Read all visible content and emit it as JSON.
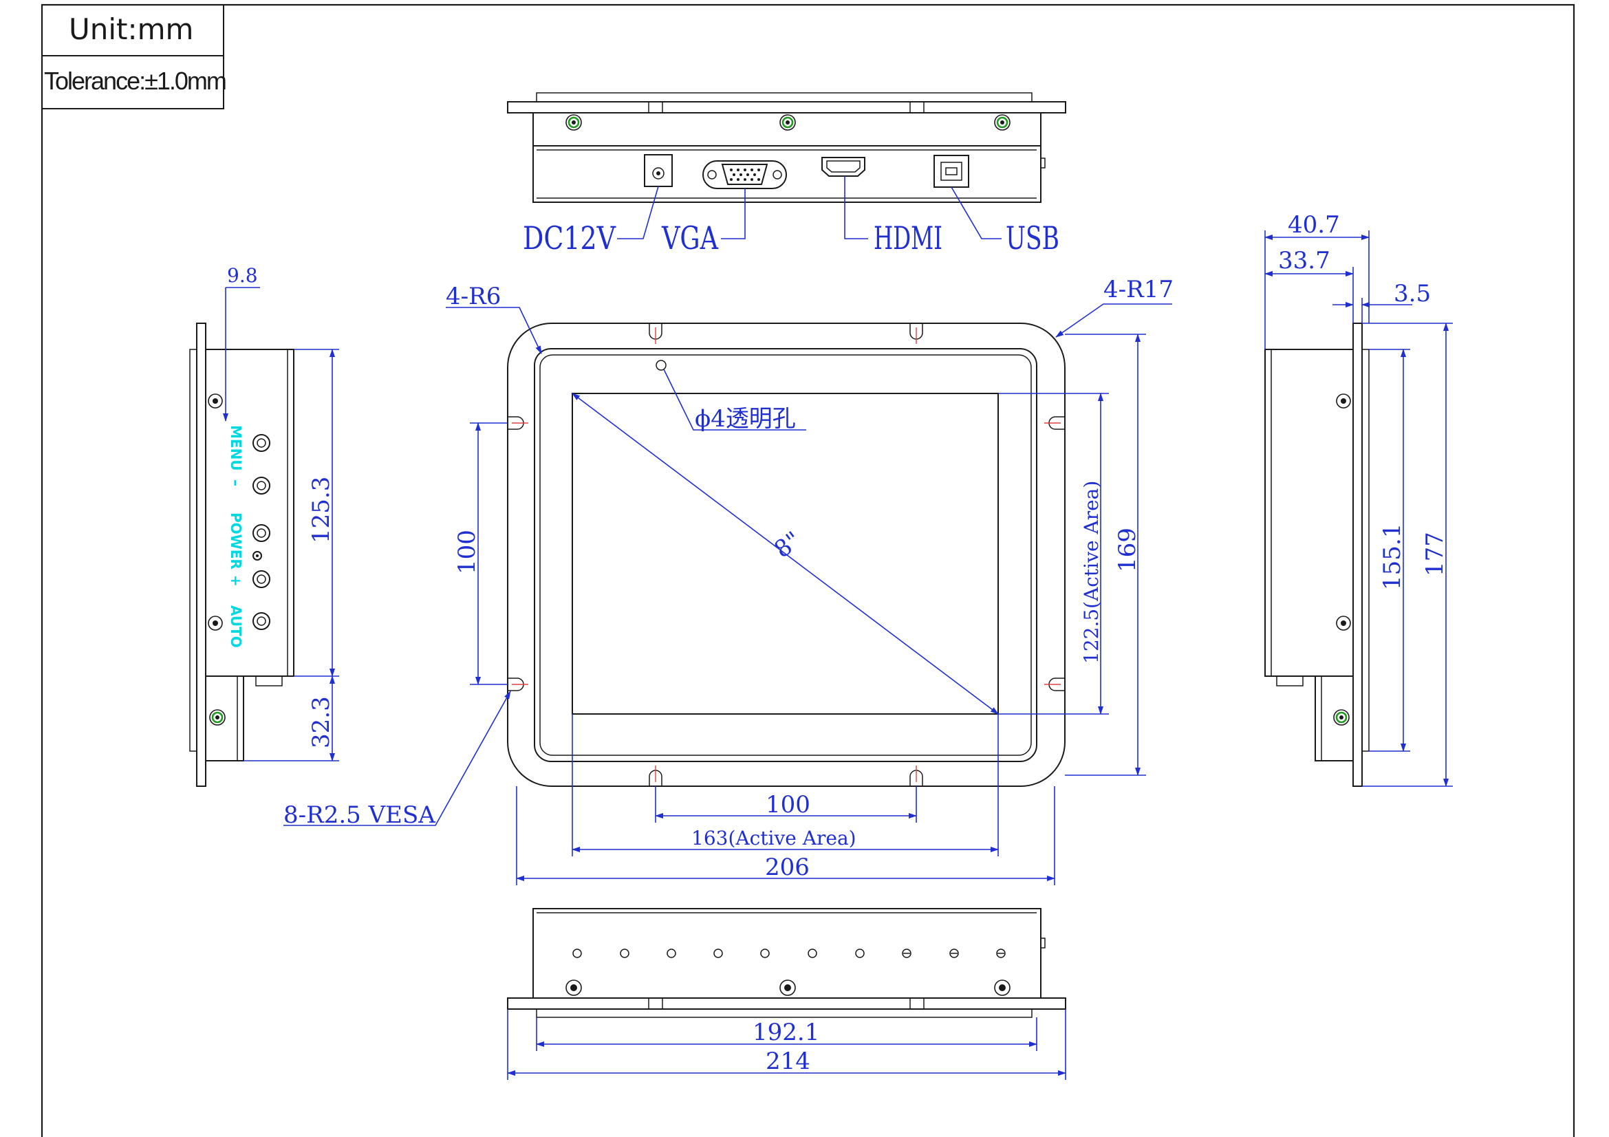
{
  "title_block": {
    "unit": "Unit:mm",
    "tolerance": "Tolerance:±1.0mm"
  },
  "ports": {
    "dc": "DC12V",
    "vga": "VGA",
    "hdmi": "HDMI",
    "usb": "USB"
  },
  "side_panel_buttons": [
    "MENU",
    "–",
    "POWER",
    "+",
    "AUTO"
  ],
  "callouts": {
    "corner_radius_small": "4-R6",
    "corner_radius_large": "4-R17",
    "vesa": "8-R2.5 VESA",
    "hole": "ϕ4透明孔",
    "diagonal": "8\""
  },
  "dimensions": {
    "left_view_offset": "9.8",
    "left_view_height": "125.3",
    "left_view_bottom": "32.3",
    "front_vesa_vertical": "100",
    "front_active_height": "122.5(Active Area)",
    "front_height": "169",
    "front_vesa_horizontal": "100",
    "front_active_width": "163(Active Area)",
    "front_width": "206",
    "right_depth_total": "40.7",
    "right_depth_body": "33.7",
    "right_bezel": "3.5",
    "right_body_height": "155.1",
    "right_total_height": "177",
    "bottom_body_width": "192.1",
    "bottom_total_width": "214"
  },
  "colors": {
    "line": "#1a1a1a",
    "dimension": "#1f2fd0",
    "screw_ring": "#1f9a1f",
    "center_mark": "#e04040",
    "panel_label": "#00d8e0"
  }
}
